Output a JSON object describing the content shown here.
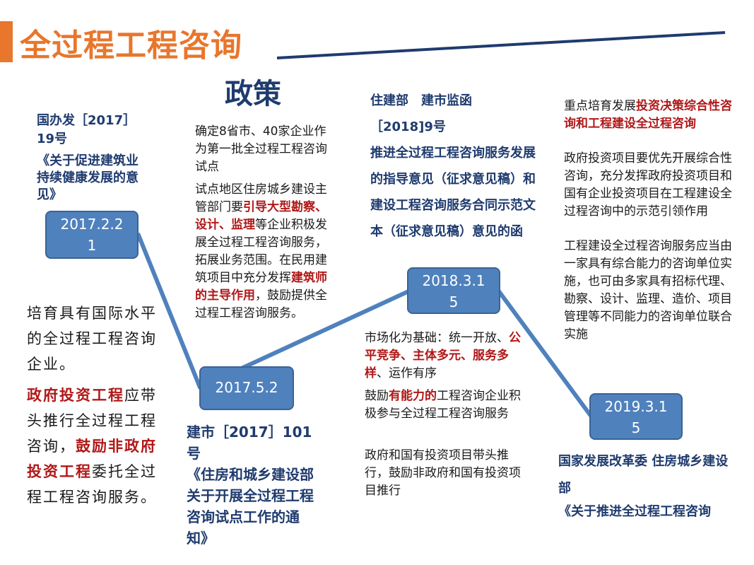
{
  "header": {
    "title": "全过程工程咨询",
    "subtitle": "政策"
  },
  "colors": {
    "accent": "#e8762c",
    "navy": "#1f3b6e",
    "node": "#4f81bd",
    "highlight": "#b01818"
  },
  "left_text": {
    "p1": "培育具有国际水平的全过程工程咨询企业。",
    "p2_red1": "政府投资工程",
    "p2_a": "应带头推行全过程工程咨询，",
    "p2_red2": "鼓励非政府投资工程",
    "p2_b": "委托全过程工程咨询服务。"
  },
  "doc1": {
    "issuer": "国办发［2017］19号",
    "title": "《关于促进建筑业持续健康发展的意见》"
  },
  "doc2": {
    "issuer": "建市［2017］101号",
    "title": "《住房和城乡建设部关于开展全过程工程咨询试点工作的通知》",
    "p1": "确定8省市、40家企业作为第一批全过程工程咨询试点",
    "p2_a": "试点地区住房城乡建设主管部门要",
    "p2_red1": "引导大型勘察、设计、监理",
    "p2_b": "等企业积极发展全过程工程咨询服务，拓展业务范围。在民用建筑项目中充分发挥",
    "p2_red2": "建筑师的主导作用",
    "p2_c": "，鼓励提供全过程工程咨询服务。"
  },
  "doc3": {
    "issuer": "住建部　建市监函［2018]9号",
    "title": "推进全过程工程咨询服务发展的指导意见（征求意见稿）和建设工程咨询服务合同示范文本（征求意见稿）意见的函",
    "p1_a": "市场化为基础：统一开放、",
    "p1_red": "公平竞争、主体多元、服务多样",
    "p1_b": "、运作有序",
    "p2_a": "鼓励",
    "p2_red": "有能力的",
    "p2_b": "工程咨询企业积极参与全过程工程咨询服务",
    "p3": "政府和国有投资项目带头推行，鼓励非政府和国有投资项目推行"
  },
  "doc4": {
    "intro": "重点培育发展",
    "intro_red": "投资决策综合性咨询和工程建设全过程咨询",
    "p1": "政府投资项目要优先开展综合性咨询，充分发挥政府投资项目和国有企业投资项目在工程建设全过程咨询中的示范引领作用",
    "p2": "工程建设全过程咨询服务应当由一家具有综合能力的咨询单位实施，也可由多家具有招标代理、勘察、设计、监理、造价、项目管理等不同能力的咨询单位联合实施",
    "issuer": "国家发展改革委 住房城乡建设部",
    "title": "《关于推进全过程工程咨询"
  },
  "timeline": {
    "nodes": [
      {
        "date": "2017.2.21"
      },
      {
        "date": "2017.5.2"
      },
      {
        "date": "2018.3.15"
      },
      {
        "date": "2019.3.15"
      }
    ]
  }
}
